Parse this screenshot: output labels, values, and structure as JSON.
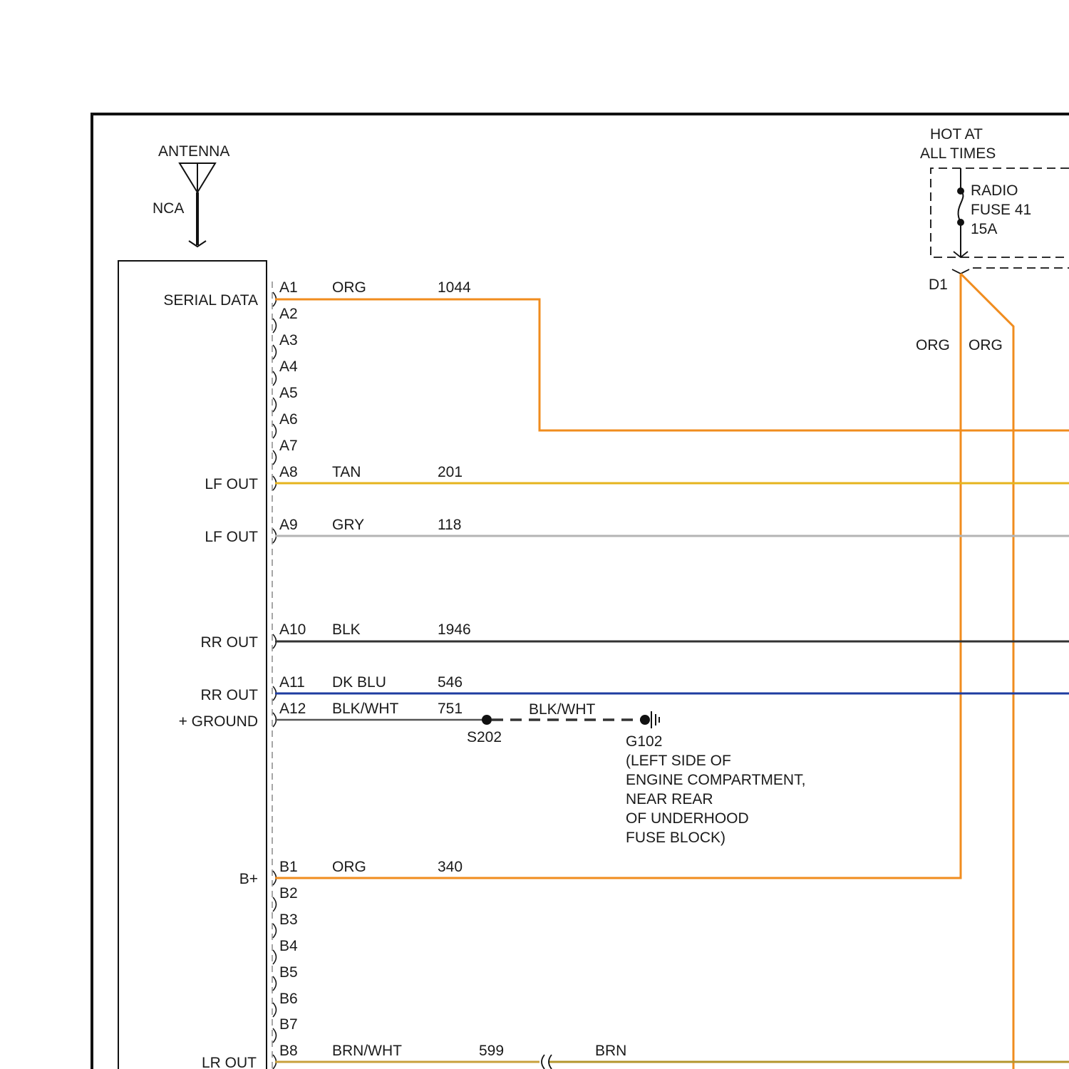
{
  "labels": {
    "antenna": "ANTENNA",
    "nca": "NCA",
    "hot_line1": "HOT AT",
    "hot_line2": "ALL TIMES",
    "fuse_name": "RADIO",
    "fuse_num": "FUSE 41",
    "fuse_amp": "15A",
    "d1": "D1",
    "org_left": "ORG",
    "org_right": "ORG"
  },
  "colors": {
    "orange": "#f08c1e",
    "tan": "#e6b41e",
    "gray": "#b4b4b4",
    "black": "#333333",
    "dark_blue": "#1e3ca0",
    "brn_wht": "#c8a03c",
    "brown": "#b4962d",
    "blk_wht": "#555555",
    "frame": "#111111"
  },
  "pins_a": [
    {
      "pin": "A1",
      "func": "SERIAL DATA",
      "color": "ORG",
      "circuit": "1044"
    },
    {
      "pin": "A2"
    },
    {
      "pin": "A3"
    },
    {
      "pin": "A4"
    },
    {
      "pin": "A5"
    },
    {
      "pin": "A6"
    },
    {
      "pin": "A7"
    },
    {
      "pin": "A8",
      "func": "LF OUT",
      "color": "TAN",
      "circuit": "201"
    },
    {
      "pin": "A9",
      "func": "LF OUT",
      "color": "GRY",
      "circuit": "118"
    },
    {
      "pin": "A10",
      "func": "RR OUT",
      "color": "BLK",
      "circuit": "1946"
    },
    {
      "pin": "A11",
      "func": "RR OUT",
      "color": "DK BLU",
      "circuit": "546"
    },
    {
      "pin": "A12",
      "func": "+ GROUND",
      "color": "BLK/WHT",
      "circuit": "751"
    }
  ],
  "pins_b": [
    {
      "pin": "B1",
      "func": "B+",
      "color": "ORG",
      "circuit": "340"
    },
    {
      "pin": "B2"
    },
    {
      "pin": "B3"
    },
    {
      "pin": "B4"
    },
    {
      "pin": "B5"
    },
    {
      "pin": "B6"
    },
    {
      "pin": "B7"
    },
    {
      "pin": "B8",
      "func": "LR OUT",
      "color": "BRN/WHT",
      "circuit": "599"
    }
  ],
  "ground": {
    "splice": "S202",
    "wire": "BLK/WHT",
    "point": "G102",
    "location": [
      "(LEFT SIDE OF",
      "ENGINE COMPARTMENT,",
      "NEAR REAR",
      "OF UNDERHOOD",
      "FUSE BLOCK)"
    ]
  },
  "b8_continuation": "BRN"
}
